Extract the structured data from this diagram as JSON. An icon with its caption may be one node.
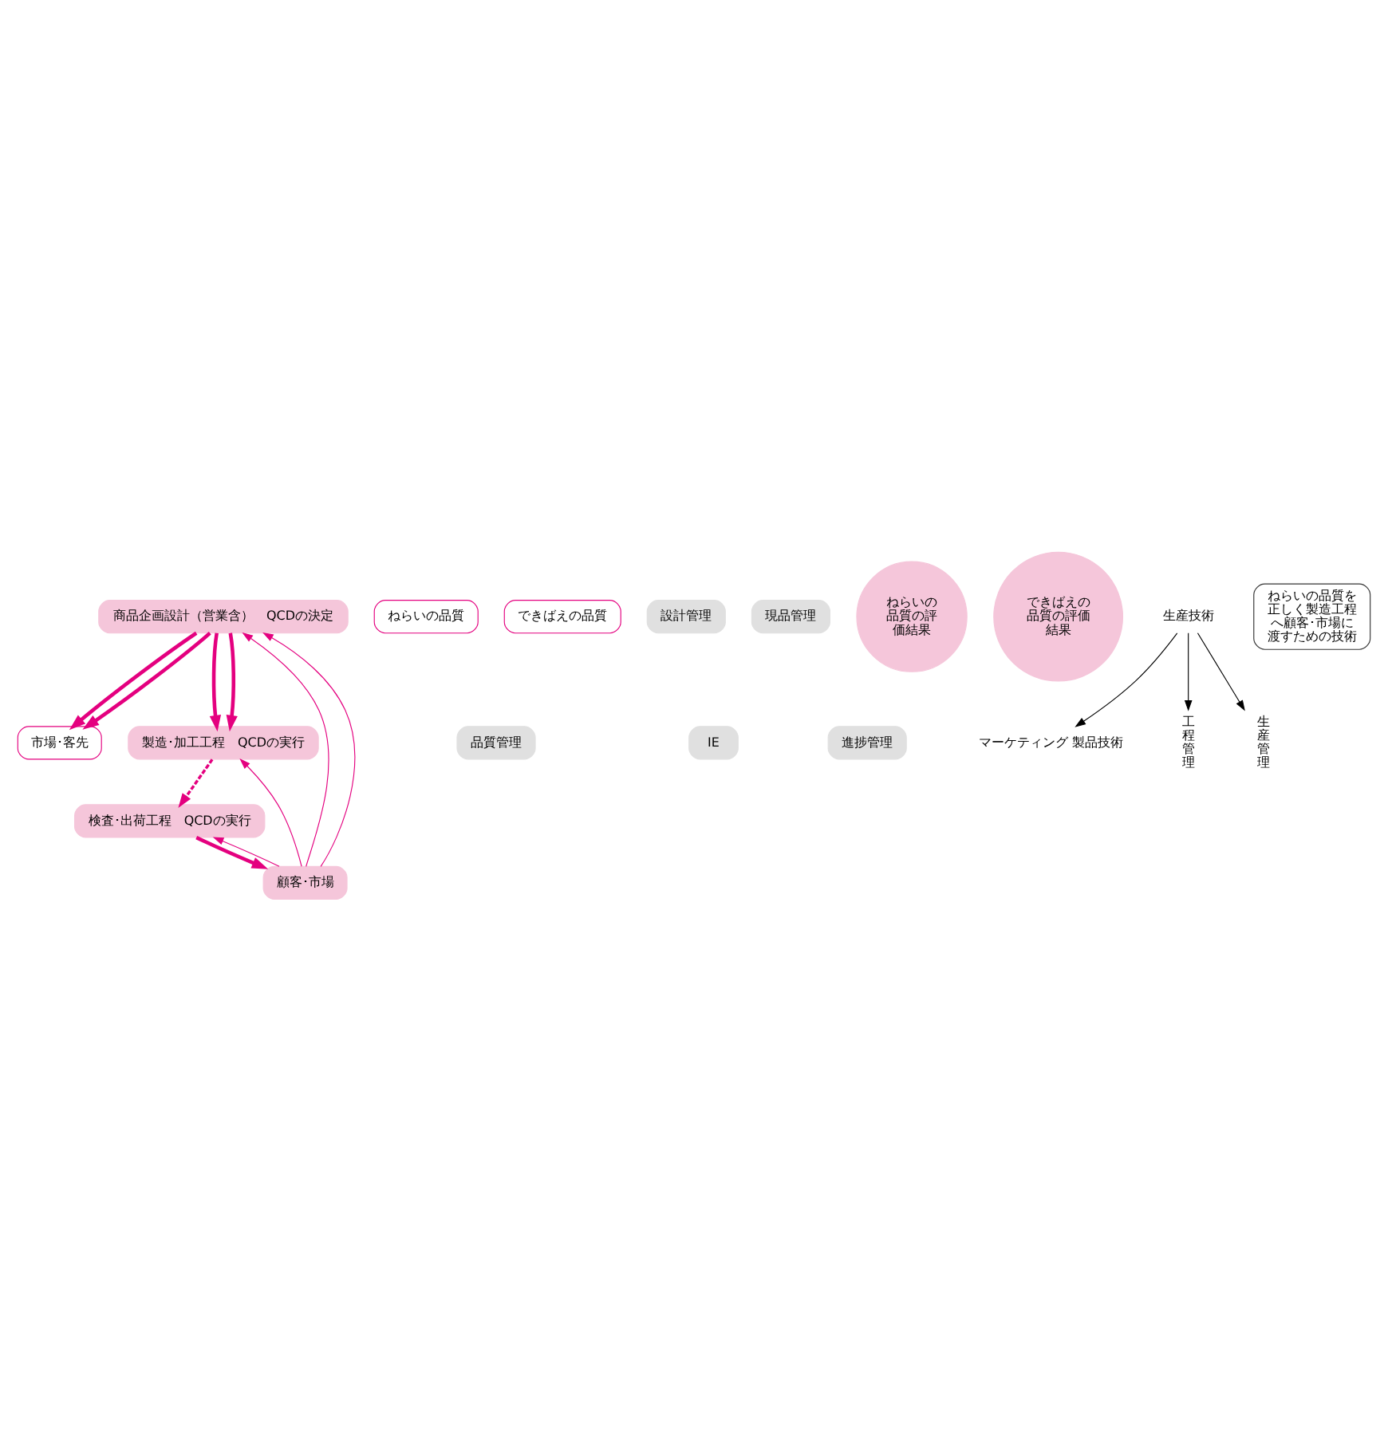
{
  "diagram": {
    "nodes": [
      {
        "text": [
          "市場･客先"
        ]
      },
      {
        "text": [
          "ねらいの品質"
        ]
      },
      {
        "text": [
          "商品企画設計（営業含）　QCDの決定"
        ]
      },
      {
        "text": [
          "できばえの品質"
        ]
      },
      {
        "text": [
          "製造･加工工程　QCDの実行"
        ]
      },
      {
        "text": [
          "設計管理"
        ]
      },
      {
        "text": [
          "現品管理"
        ]
      },
      {
        "text": [
          "品質管理"
        ]
      },
      {
        "text": [
          "IE"
        ]
      },
      {
        "text": [
          "進捗管理"
        ]
      },
      {
        "text": [
          "検査･出荷工程　QCDの実行"
        ]
      },
      {
        "text": [
          "顧客･市場"
        ]
      },
      {
        "text": [
          "ねらいの品質の評価結果"
        ]
      },
      {
        "text": [
          "できばえの品質の評価結果"
        ]
      },
      {
        "text": [
          "マーケティング 製品技術"
        ]
      },
      {
        "text": [
          "生産技術"
        ]
      },
      {
        "text": [
          "ねらいの品質を正しく製造工程へ顧客･市場に渡すための技術"
        ]
      },
      {
        "text": [
          "工程管理"
        ]
      },
      {
        "text": [
          "生産管理"
        ]
      }
    ],
    "edges": [
      {
        "from": 2,
        "to": 0,
        "arrow": "to",
        "style": "thick"
      },
      {
        "from": 2,
        "to": 0,
        "arrow": "to",
        "style": "thick"
      },
      {
        "from": 2,
        "to": 4,
        "arrow": "to",
        "style": "thick"
      },
      {
        "from": 2,
        "to": 4,
        "arrow": "to",
        "style": "thick"
      },
      {
        "from": 4,
        "to": 10,
        "arrow": "to",
        "style": "dashed"
      },
      {
        "from": 10,
        "to": 11,
        "arrow": "to",
        "style": "thick"
      },
      {
        "from": 11,
        "to": 2,
        "arrow": "to"
      },
      {
        "from": 11,
        "to": 2,
        "arrow": "to"
      },
      {
        "from": 11,
        "to": 4,
        "arrow": "to"
      },
      {
        "from": 11,
        "to": 10,
        "arrow": "to"
      },
      {
        "from": 15,
        "to": 14,
        "arrow": "to",
        "color": "#000000"
      },
      {
        "from": 15,
        "to": 17,
        "arrow": "to",
        "color": "#000000"
      },
      {
        "from": 15,
        "to": 18,
        "arrow": "to",
        "color": "#000000"
      }
    ]
  }
}
